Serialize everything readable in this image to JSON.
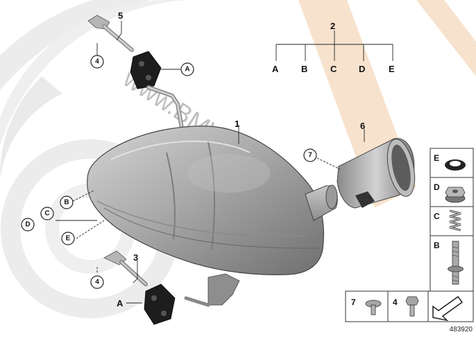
{
  "diagram_number": "483920",
  "watermark": "www.BMWstore.pl",
  "part_labels": {
    "p1": "1",
    "p2": "2",
    "p3": "3",
    "p4_top": "4",
    "p4_bottom": "4",
    "p5": "5",
    "p6": "6",
    "p7": "7"
  },
  "tree_letters": [
    "A",
    "B",
    "C",
    "D",
    "E"
  ],
  "callouts": {
    "top_hanger_A": "A",
    "left_B": "B",
    "left_C": "C",
    "left_D": "D",
    "left_E": "E",
    "bottom_A": "A"
  },
  "side_legend": [
    {
      "letter": "E",
      "icon": "gasket-ring-icon"
    },
    {
      "letter": "D",
      "icon": "flange-nut-icon"
    },
    {
      "letter": "C",
      "icon": "compression-spring-icon"
    },
    {
      "letter": "B",
      "icon": "stud-bolt-icon"
    }
  ],
  "bottom_legend": [
    {
      "number": "7",
      "icon": "clamp-bolt-icon"
    },
    {
      "number": "4",
      "icon": "screw-icon"
    },
    {
      "icon": "previous-page-arrow-icon"
    }
  ],
  "colors": {
    "background_arc": "#e9e9e9",
    "pipe_accent": "#f5dfc9",
    "silencer_body": "#a8a8a8",
    "label": "#111111"
  }
}
